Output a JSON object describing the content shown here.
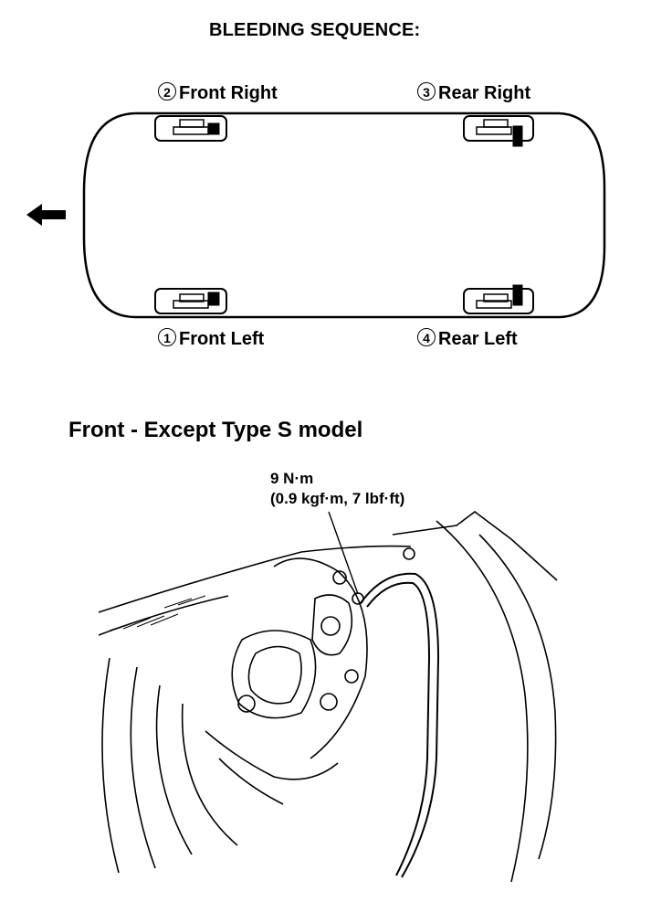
{
  "diagram": {
    "title": "BLEEDING SEQUENCE:",
    "wheels": [
      {
        "num": "2",
        "label": "Front Right"
      },
      {
        "num": "3",
        "label": "Rear Right"
      },
      {
        "num": "1",
        "label": "Front Left"
      },
      {
        "num": "4",
        "label": "Rear Left"
      }
    ],
    "direction_icon": "arrow-left-icon"
  },
  "section": {
    "title": "Front - Except Type S model",
    "torque_line1": "9 N·m",
    "torque_line2": "(0.9 kgf·m, 7 lbf·ft)"
  }
}
